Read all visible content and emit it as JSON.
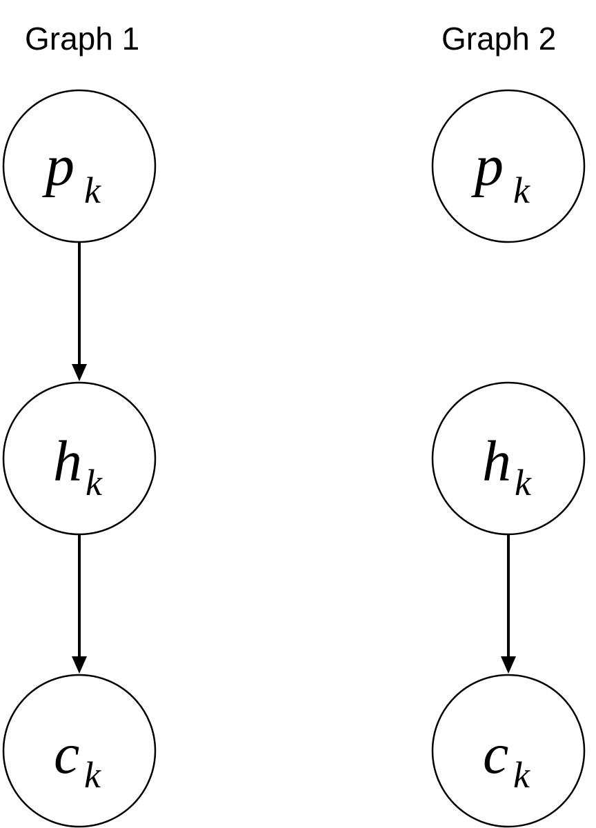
{
  "graphs": [
    {
      "title": "Graph 1",
      "nodes": [
        {
          "id": "p",
          "var": "p",
          "sub": "k"
        },
        {
          "id": "h",
          "var": "h",
          "sub": "k"
        },
        {
          "id": "c",
          "var": "c",
          "sub": "k"
        }
      ],
      "edges": [
        {
          "from": "p",
          "to": "h"
        },
        {
          "from": "h",
          "to": "c"
        }
      ]
    },
    {
      "title": "Graph 2",
      "nodes": [
        {
          "id": "p",
          "var": "p",
          "sub": "k"
        },
        {
          "id": "h",
          "var": "h",
          "sub": "k"
        },
        {
          "id": "c",
          "var": "c",
          "sub": "k"
        }
      ],
      "edges": [
        {
          "from": "h",
          "to": "c"
        }
      ]
    }
  ]
}
